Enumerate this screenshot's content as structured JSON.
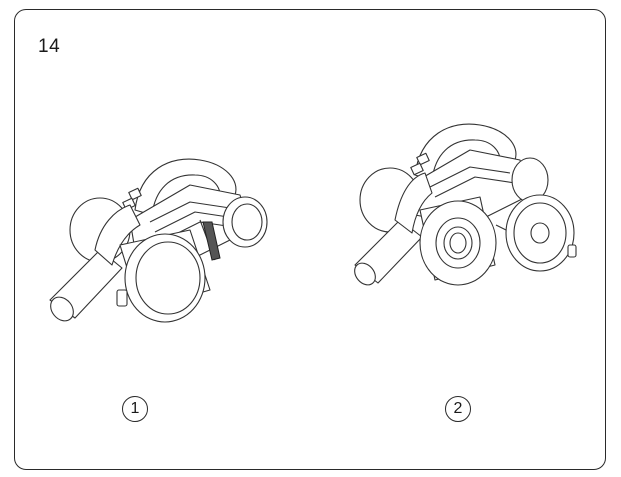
{
  "page": {
    "step_number": "14"
  },
  "figures": [
    {
      "label": "1"
    },
    {
      "label": "2"
    }
  ]
}
